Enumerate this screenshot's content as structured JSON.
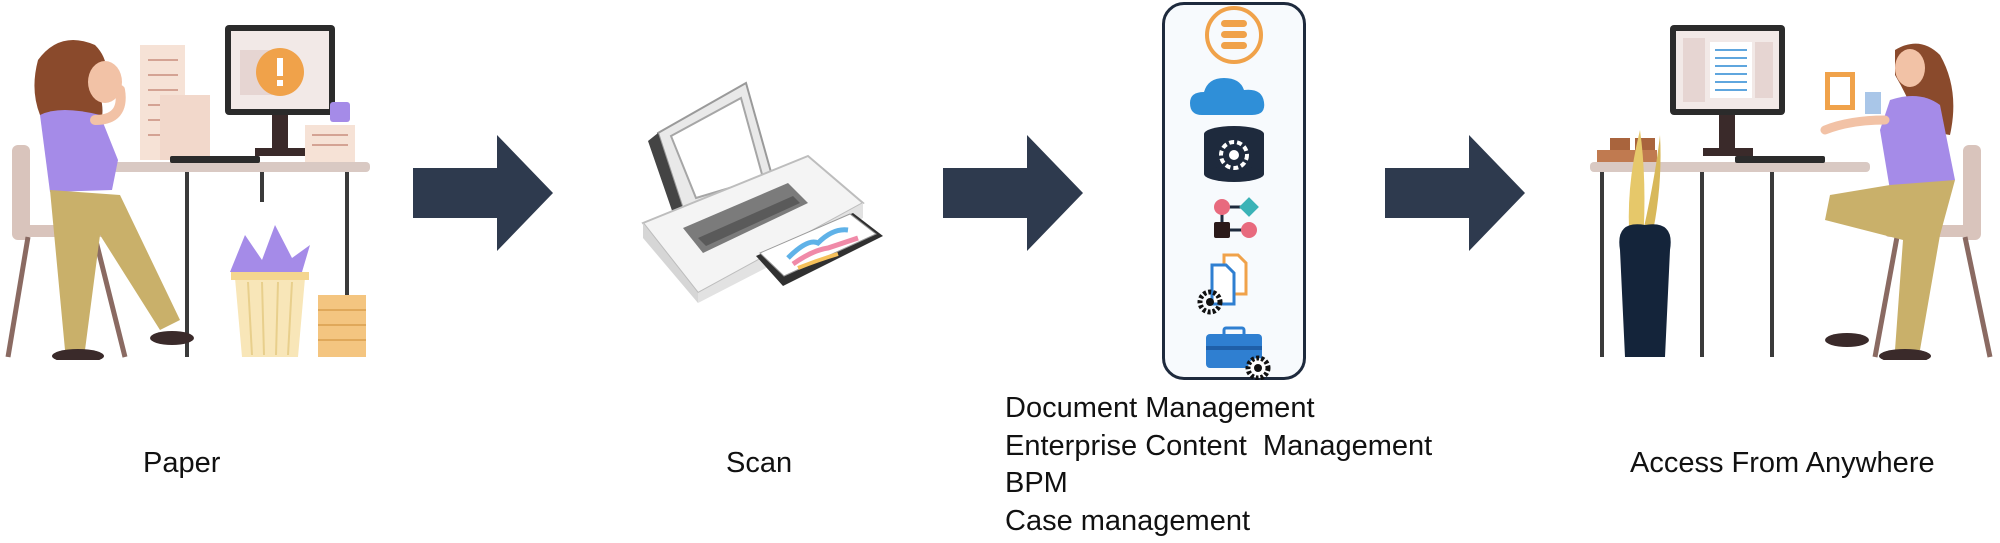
{
  "steps": [
    {
      "label": "Paper"
    },
    {
      "label": "Scan"
    },
    {
      "label": ""
    },
    {
      "label": "Access From Anywhere"
    }
  ],
  "services": {
    "items": [
      "Document Management",
      "Enterprise Content  Management",
      "BPM",
      "Case management"
    ],
    "icons": [
      "database-icon",
      "cloud-icon",
      "server-gear-icon",
      "workflow-icon",
      "document-gear-icon",
      "briefcase-gear-icon"
    ]
  },
  "colors": {
    "arrow": "#2e3a4e",
    "accent_purple": "#a58be8",
    "accent_orange": "#f0a24a",
    "accent_blue": "#2f7fd1",
    "skin": "#f2c2a6",
    "hair": "#8a4a2c",
    "pants": "#c9b06a"
  }
}
